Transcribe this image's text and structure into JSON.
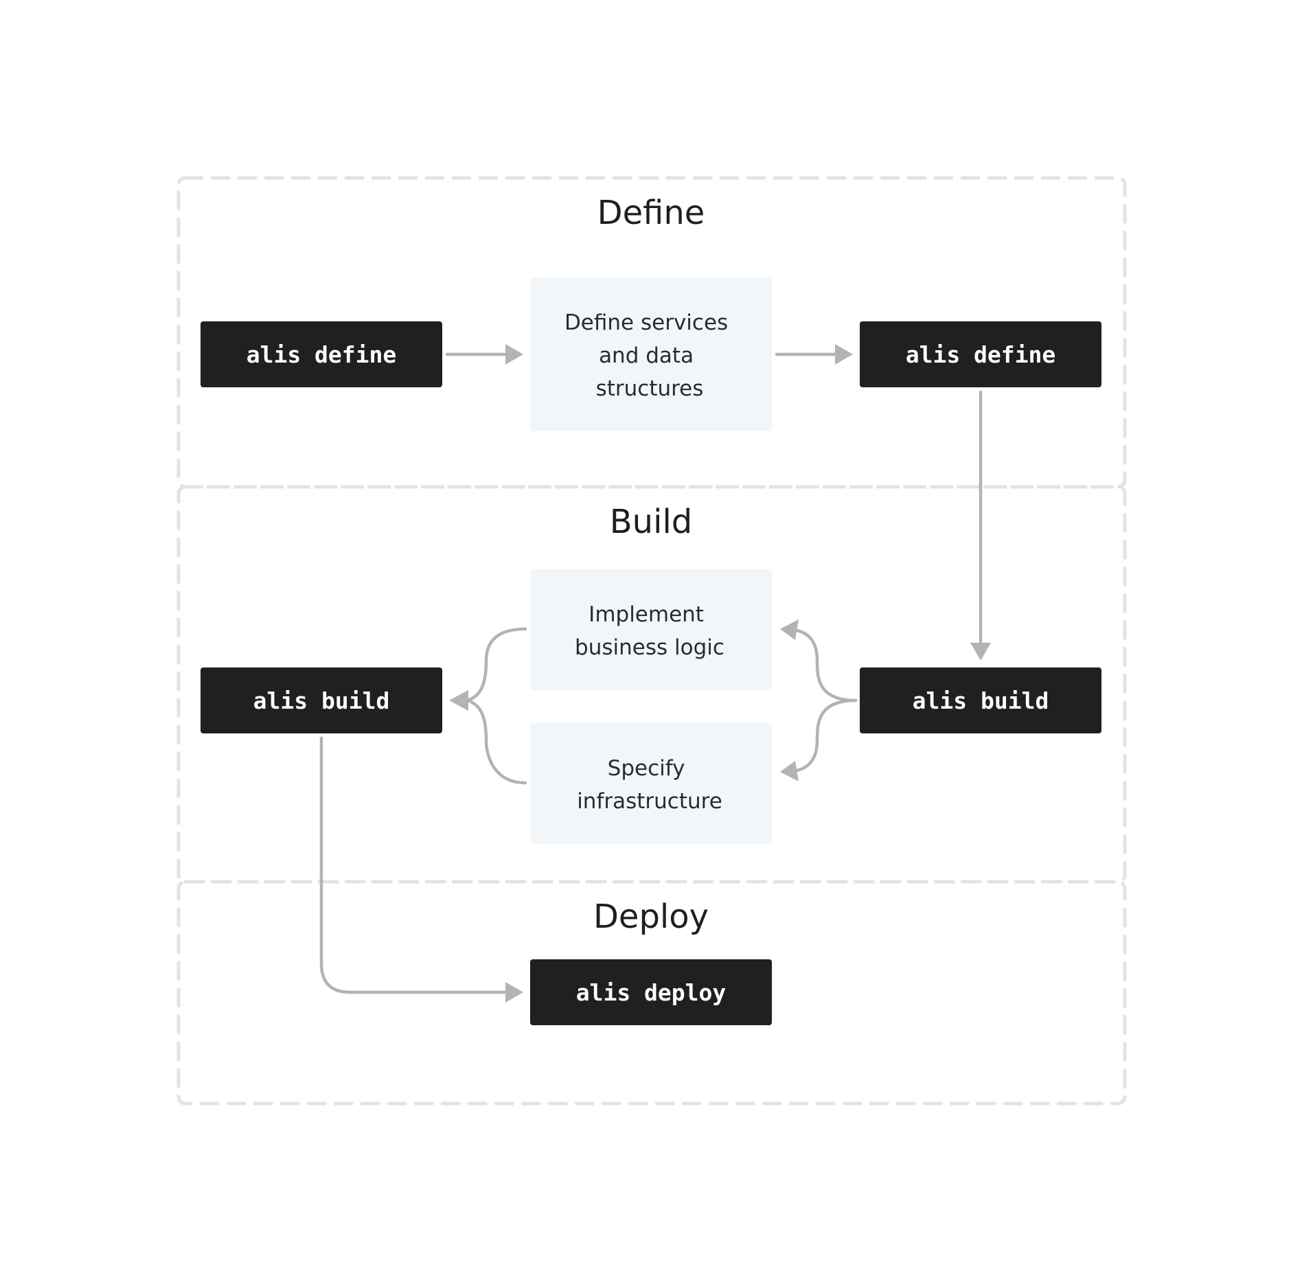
{
  "stages": {
    "define": {
      "title": "Define"
    },
    "build": {
      "title": "Build"
    },
    "deploy": {
      "title": "Deploy"
    }
  },
  "commands": {
    "define_start": "alis define",
    "define_end": "alis define",
    "build_start": "alis build",
    "build_end": "alis build",
    "deploy": "alis deploy"
  },
  "steps": {
    "define_services": [
      "Define services",
      "and data",
      "structures"
    ],
    "business_logic": [
      "Implement",
      "business logic"
    ],
    "infrastructure": [
      "Specify",
      "infrastructure"
    ]
  },
  "colors": {
    "command_box": "#202020",
    "step_box": "#f3f6f9",
    "connector": "#b3b3b3",
    "stage_border": "#e3e3e3"
  }
}
